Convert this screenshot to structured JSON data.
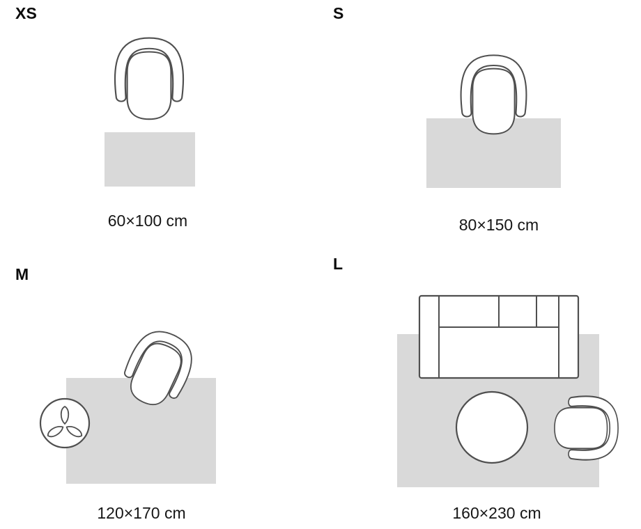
{
  "sizes": [
    {
      "id": "xs",
      "letter": "XS",
      "dimensions": "60×100 cm"
    },
    {
      "id": "s",
      "letter": "S",
      "dimensions": "80×150 cm"
    },
    {
      "id": "m",
      "letter": "M",
      "dimensions": "120×170 cm"
    },
    {
      "id": "l",
      "letter": "L",
      "dimensions": "160×230 cm"
    }
  ],
  "colors": {
    "background": "#ffffff",
    "rug_fill": "#d9d9d9",
    "furniture_outline": "#4f4f4f",
    "furniture_fill": "#ffffff",
    "text": "#111111"
  },
  "icons": {
    "armchair": "armchair-top-view",
    "sofa": "sofa-top-view",
    "coffee_table": "round-coffee-table-top-view",
    "side_table": "side-table-with-plant-top-view"
  }
}
